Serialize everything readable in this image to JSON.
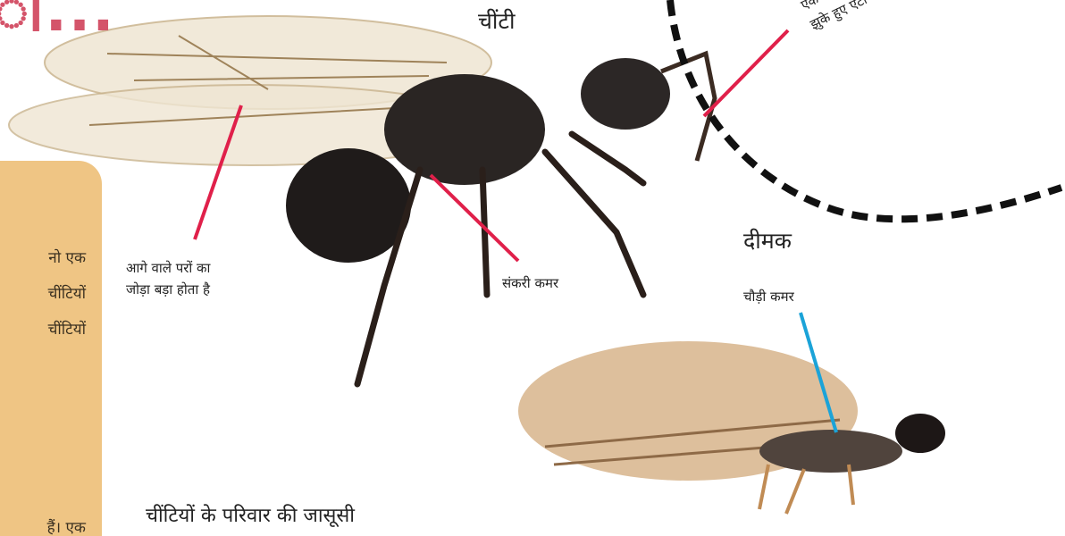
{
  "header": {
    "title_fragment": "ा..."
  },
  "sidebar": {
    "lines": [
      "नो  एक",
      "चींटियों",
      "चींटियों",
      "हैं।  एक"
    ]
  },
  "labels": {
    "ant": "चींटी",
    "termite": "दीमक",
    "forewings_line1": "आगे वाले परों का",
    "forewings_line2": "जोड़ा बड़ा होता है",
    "narrow_waist": "संकरी कमर",
    "wide_waist": "चौड़ी कमर",
    "bent_antenna_line1": "एक प",
    "bent_antenna_line2": "झुके हुए एंटी"
  },
  "footer": {
    "section_title": "चींटियों के परिवार की जासूसी"
  },
  "colors": {
    "accent_red": "#d4546a",
    "pointer_red": "#e0204a",
    "pointer_blue": "#1ba3d8",
    "sidebar_bg": "#efc584"
  }
}
